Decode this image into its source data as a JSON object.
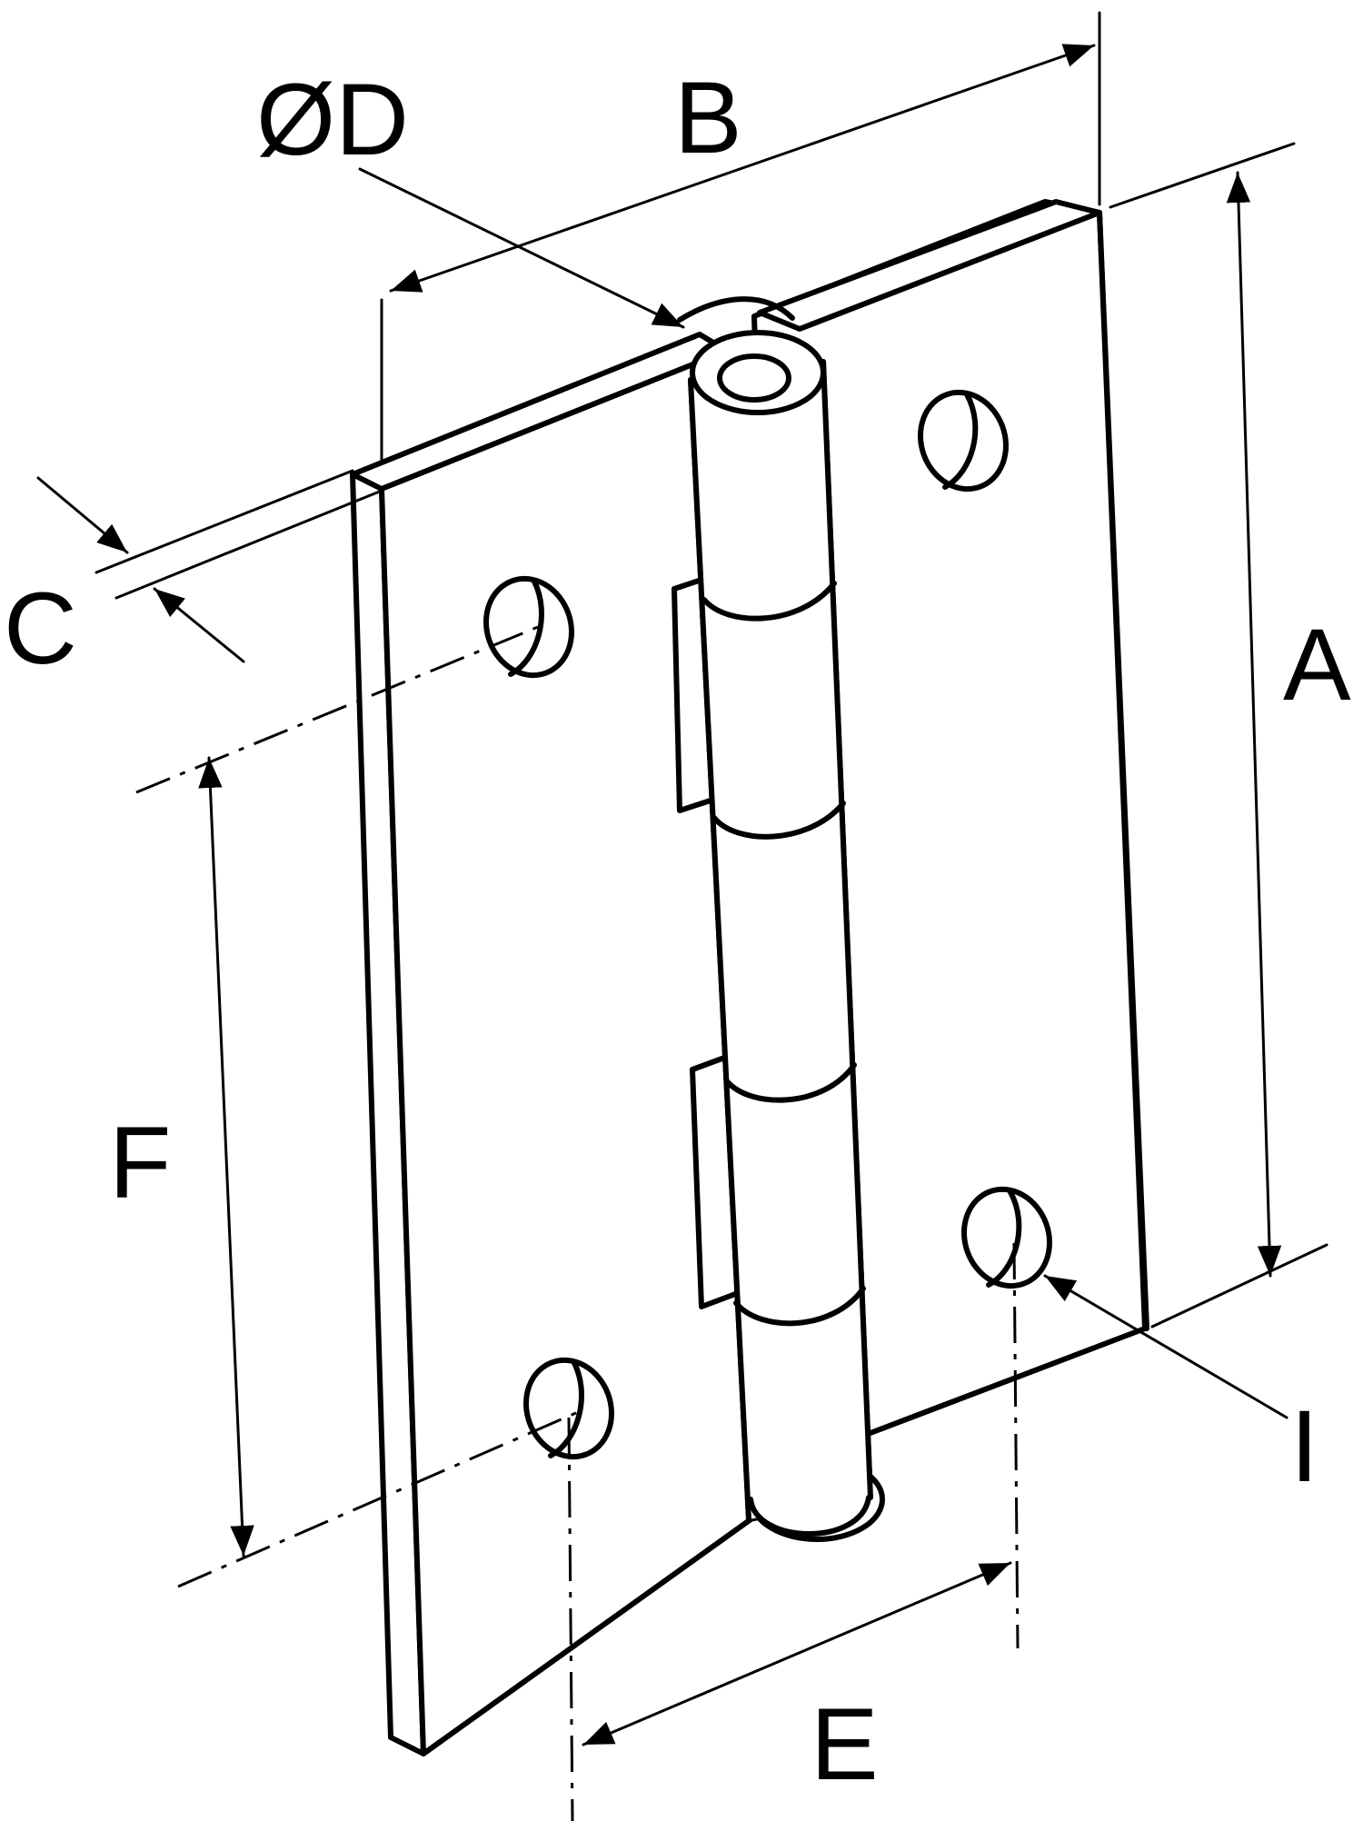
{
  "diagram": {
    "labels": {
      "diameter": "ØD",
      "width": "B",
      "thickness": "C",
      "height": "A",
      "hole_spacing_vertical": "F",
      "hole_spacing_horizontal": "E",
      "hole": "I"
    },
    "colors": {
      "line": "#000000",
      "background": "#ffffff"
    }
  }
}
